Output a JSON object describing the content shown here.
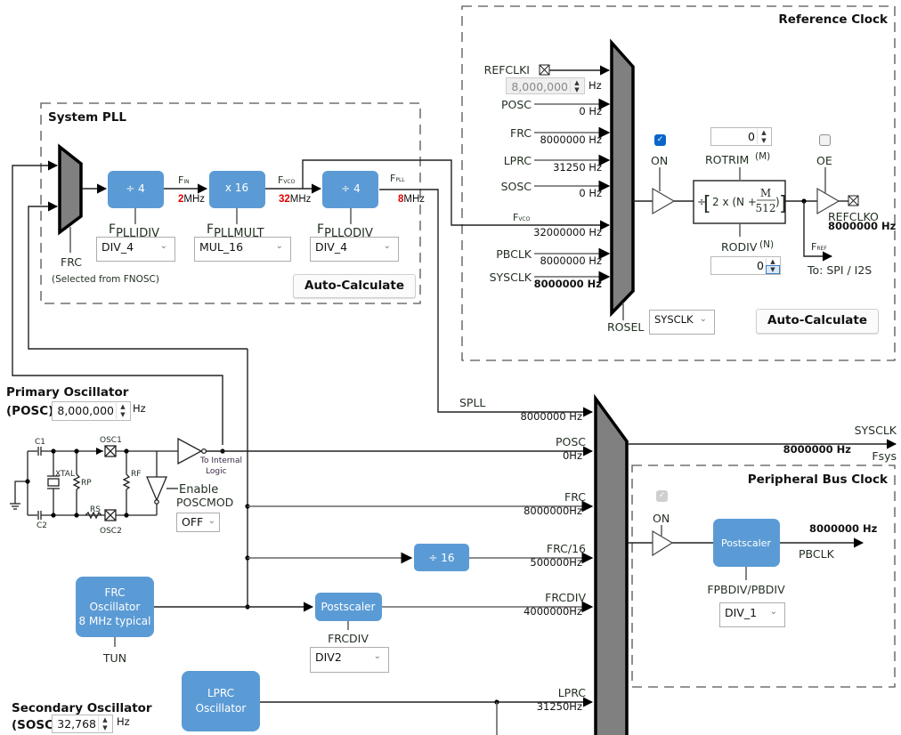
{
  "system_pll": {
    "title": "System PLL",
    "mux_label": "FRC",
    "mux_note": "(Selected from FNOSC)",
    "idiv_block": "÷  4",
    "mult_block": "x 16",
    "odiv_block": "÷  4",
    "fin_label": "F",
    "fin_sub": "IN",
    "fin_value": "2",
    "fvco_label": "F",
    "fvco_sub": "VCO",
    "fvco_value": "32",
    "fpll_label": "F",
    "fpll_sub": "PLL",
    "fpll_value": "8",
    "mhz_unit": "MHz",
    "pllidiv_label": "F",
    "pllidiv_sub": "PLLIDIV",
    "pllidiv_value": "DIV_4",
    "pllmult_label": "F",
    "pllmult_sub": "PLLMULT",
    "pllmult_value": "MUL_16",
    "pllodiv_label": "F",
    "pllodiv_sub": "PLLODIV",
    "pllodiv_value": "DIV_4",
    "auto_calculate": "Auto-Calculate"
  },
  "reference_clock": {
    "title": "Reference Clock",
    "refclki_label": "REFCLKI",
    "refclki_value": "8,000,000",
    "refclki_unit": "Hz",
    "inputs": [
      {
        "name": "POSC",
        "freq": "0 Hz"
      },
      {
        "name": "FRC",
        "freq": "8000000 Hz"
      },
      {
        "name": "LPRC",
        "freq": "31250 Hz"
      },
      {
        "name": "SOSC",
        "freq": "0 Hz"
      },
      {
        "name": "F",
        "sub": "VCO",
        "freq": "32000000 Hz"
      },
      {
        "name": "PBCLK",
        "freq": "8000000 Hz"
      },
      {
        "name": "SYSCLK",
        "freq": "8000000 Hz"
      }
    ],
    "on_label": "ON",
    "on_checked": true,
    "rotrim_label": "ROTRIM",
    "rotrim_m": "(M)",
    "rotrim_value": "0",
    "rodiv_label": "RODIV",
    "rodiv_n": "(N)",
    "rodiv_value": "0",
    "formula_div": "÷",
    "formula_text": "2 x (N +",
    "formula_num": "M",
    "formula_den": "512",
    "oe_label": "OE",
    "oe_checked": false,
    "refclko_label": "REFCLKO",
    "refclko_freq": "8000000 Hz",
    "fref_label": "F",
    "fref_sub": "REF",
    "fref_dest": "To: SPI / I2S",
    "rosel_label": "ROSEL",
    "rosel_value": "SYSCLK",
    "auto_calculate": "Auto-Calculate"
  },
  "primary_oscillator": {
    "title_line1": "Primary Oscillator",
    "title_line2": "(POSC)",
    "freq_value": "8,000,000",
    "freq_unit": "Hz",
    "c1": "C1",
    "c2": "C2",
    "xtal": "XTAL",
    "rp": "RP",
    "rf": "RF",
    "rs": "RS",
    "osc1": "OSC1",
    "osc2": "OSC2",
    "to_internal_1": "To Internal",
    "to_internal_2": "Logic",
    "enable": "Enable",
    "poscmod": "POSCMOD",
    "poscmod_value": "OFF"
  },
  "frc": {
    "block_line1": "FRC",
    "block_line2": "Oscillator",
    "block_line3": "8 MHz typical",
    "tun": "TUN",
    "div16_block": "÷ 16",
    "postscaler_block": "Postscaler",
    "frcdiv_label": "FRCDIV",
    "frcdiv_value": "DIV2"
  },
  "lprc": {
    "block_line1": "LPRC",
    "block_line2": "Oscillator"
  },
  "secondary_oscillator": {
    "title_line1": "Secondary Oscillator",
    "title_line2": "(SOSC)",
    "freq_value": "32,768",
    "freq_unit": "Hz"
  },
  "sysclk_mux": {
    "inputs": [
      {
        "name": "SPLL",
        "freq": "8000000 Hz"
      },
      {
        "name": "POSC",
        "freq": "0Hz"
      },
      {
        "name": "FRC",
        "freq": "8000000Hz"
      },
      {
        "name": "FRC/16",
        "freq": "500000Hz"
      },
      {
        "name": "FRCDIV",
        "freq": "4000000Hz"
      },
      {
        "name": "LPRC",
        "freq": "31250Hz"
      }
    ],
    "output_name": "SYSCLK",
    "output_freq": "8000000 Hz",
    "output_sub": "Fsys"
  },
  "peripheral_bus_clock": {
    "title": "Peripheral Bus Clock",
    "on_label": "ON",
    "on_checked": true,
    "postscaler_block": "Postscaler",
    "output_freq": "8000000 Hz",
    "output_name": "PBCLK",
    "div_label": "FPBDIV/PBDIV",
    "div_value": "DIV_1"
  }
}
